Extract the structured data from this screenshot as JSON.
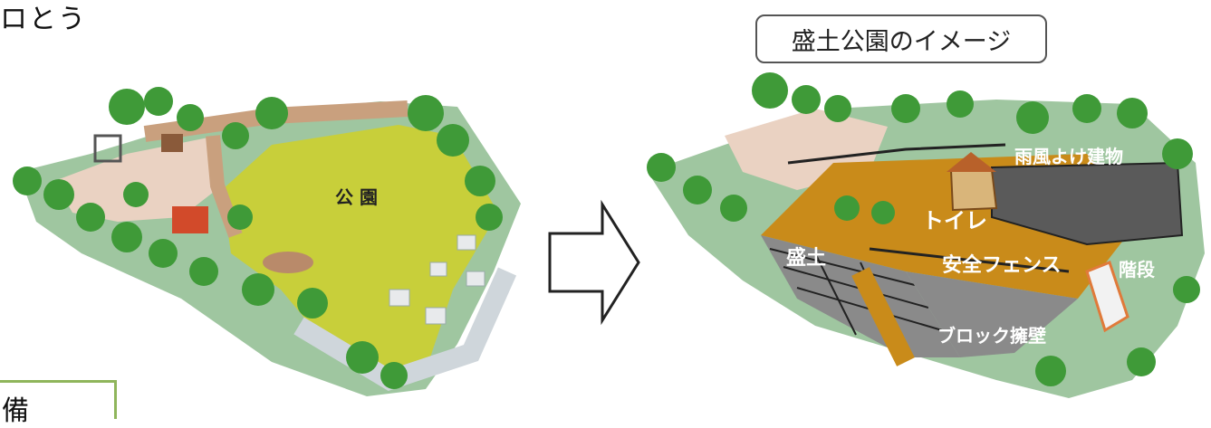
{
  "fragments": {
    "top_text": "ロとう",
    "bottom_text": "備"
  },
  "caption": "盛土公園のイメージ",
  "left_park": {
    "label": "公 園"
  },
  "right_park": {
    "labels": {
      "shelter": "雨風よけ建物",
      "toilet": "トイレ",
      "embankment": "盛土",
      "fence": "安全フェンス",
      "stairs": "階段",
      "retaining_wall": "ブロック擁壁"
    }
  },
  "colors": {
    "grass": "#c8cf3a",
    "plaza": "#ead2c2",
    "path": "#c9a07e",
    "tree": "#3f9a38",
    "earth": "#c98b1a"
  }
}
